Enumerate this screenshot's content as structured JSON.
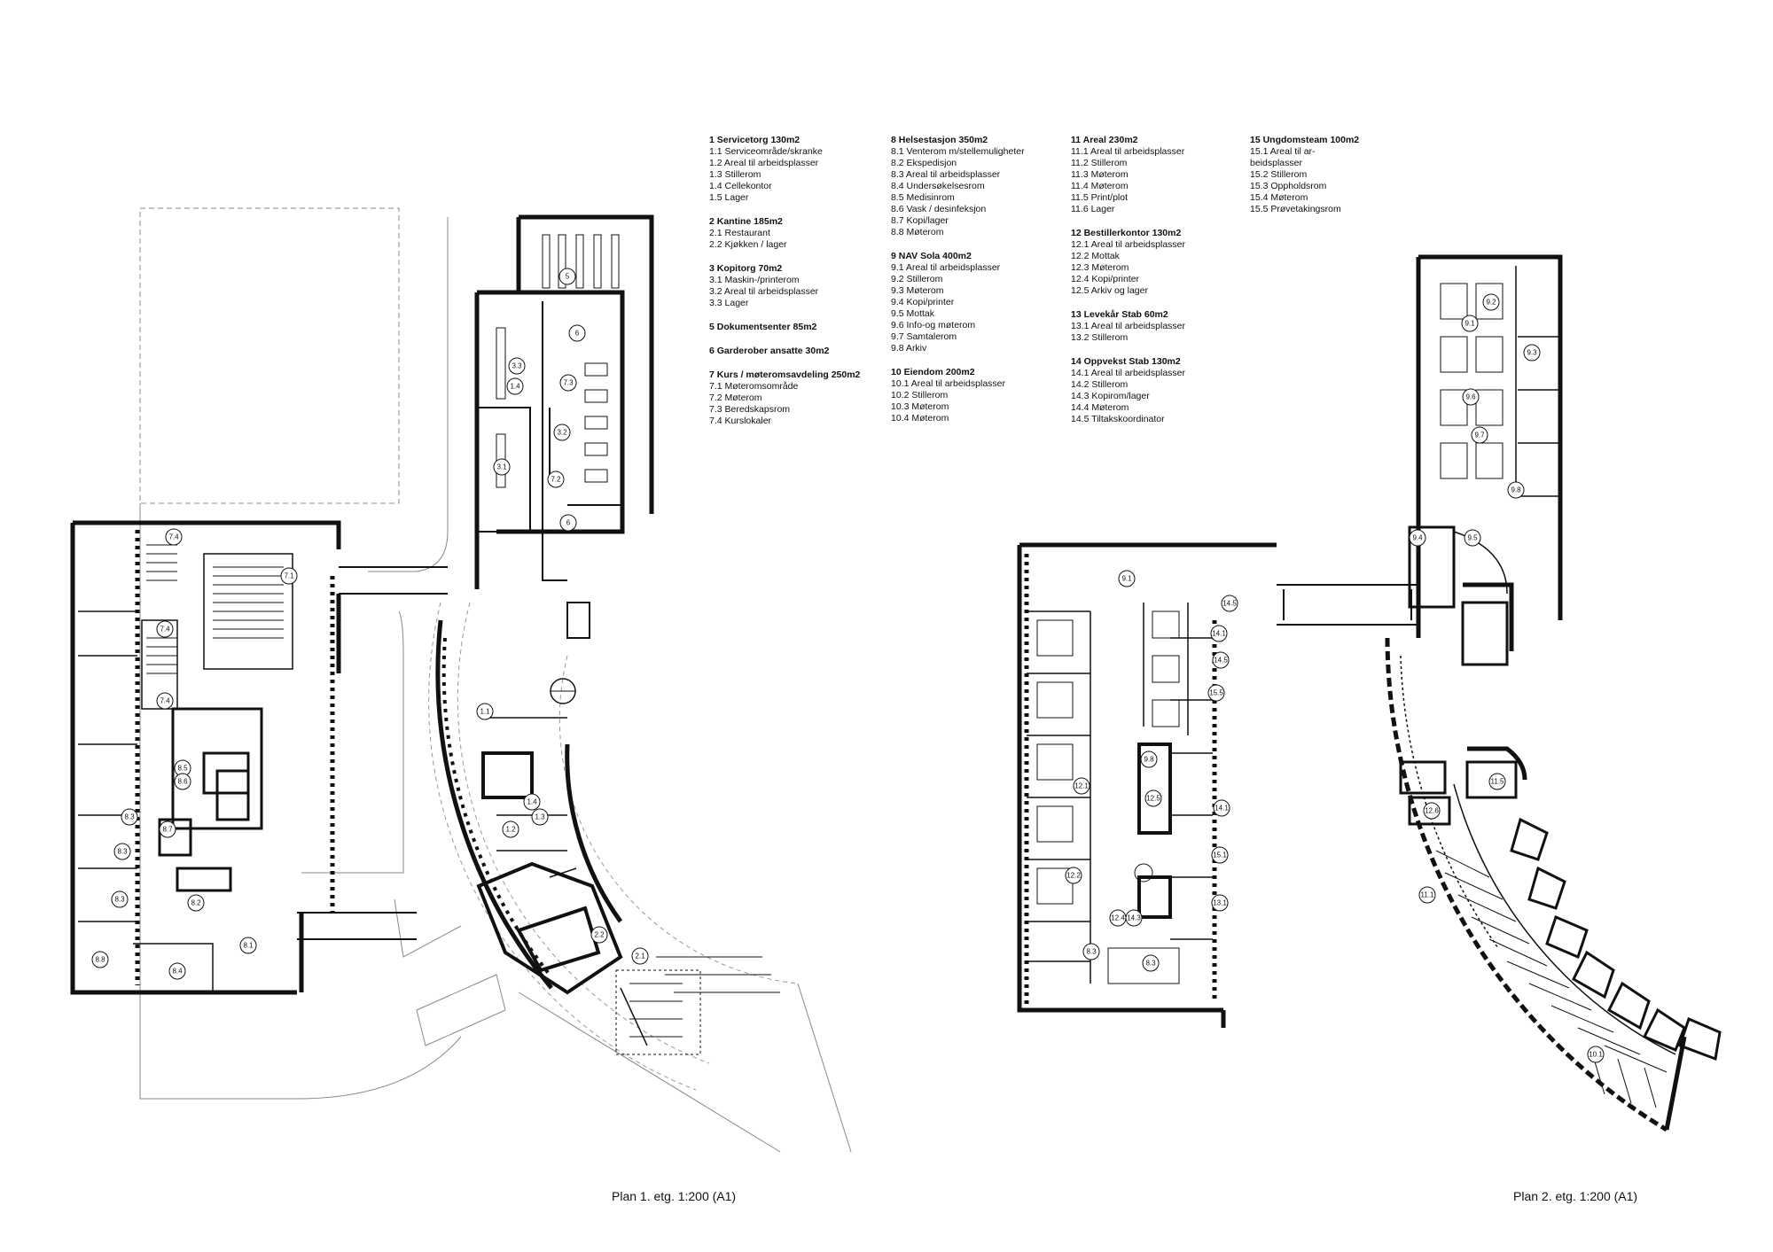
{
  "legend": {
    "columns": [
      [
        {
          "title": "1 Servicetorg 130m2",
          "items": [
            "1.1 Serviceområde/skranke",
            "1.2 Areal til arbeidsplasser",
            "1.3 Stillerom",
            "1.4 Cellekontor",
            "1.5 Lager"
          ]
        },
        {
          "title": "2 Kantine 185m2",
          "items": [
            "2.1 Restaurant",
            "2.2 Kjøkken / lager"
          ]
        },
        {
          "title": "3 Kopitorg 70m2",
          "items": [
            "3.1 Maskin-/printerom",
            "3.2 Areal til arbeidsplasser",
            "3.3 Lager"
          ]
        },
        {
          "title": "5 Dokumentsenter 85m2",
          "items": []
        },
        {
          "title": "6 Garderober ansatte 30m2",
          "items": []
        },
        {
          "title": "7 Kurs / møteromsavdeling 250m2",
          "items": [
            "7.1 Møteromsområde",
            "7.2 Møterom",
            "7.3 Beredskapsrom",
            "7.4 Kurslokaler"
          ]
        }
      ],
      [
        {
          "title": "8 Helsestasjon 350m2",
          "items": [
            "8.1 Venterom m/stellemuligheter",
            "8.2 Ekspedisjon",
            "8.3 Areal til arbeidsplasser",
            "8.4 Undersøkelsesrom",
            "8.5 Medisinrom",
            "8.6 Vask / desinfeksjon",
            "8.7 Kopi/lager",
            "8.8 Møterom"
          ]
        },
        {
          "title": "9 NAV Sola 400m2",
          "items": [
            "9.1 Areal til arbeidsplasser",
            "9.2 Stillerom",
            "9.3 Møterom",
            "9.4 Kopi/printer",
            "9.5 Mottak",
            "9.6 Info-og møterom",
            "9.7 Samtalerom",
            "9.8 Arkiv"
          ]
        },
        {
          "title": "10 Eiendom 200m2",
          "items": [
            "10.1 Areal til arbeidsplasser",
            "10.2 Stillerom",
            "10.3 Møterom",
            "10.4 Møterom"
          ]
        }
      ],
      [
        {
          "title": "11 Areal 230m2",
          "items": [
            "11.1 Areal til arbeidsplasser",
            "11.2 Stillerom",
            "11.3 Møterom",
            "11.4 Møterom",
            "11.5 Print/plot",
            "11.6 Lager"
          ]
        },
        {
          "title": "12 Bestillerkontor 130m2",
          "items": [
            "12.1 Areal til arbeidsplasser",
            "12.2 Mottak",
            "12.3 Møterom",
            "12.4 Kopi/printer",
            "12.5 Arkiv og lager"
          ]
        },
        {
          "title": "13 Levekår Stab 60m2",
          "items": [
            "13.1 Areal til arbeidsplasser",
            "13.2 Stillerom"
          ]
        },
        {
          "title": "14 Oppvekst Stab 130m2",
          "items": [
            "14.1 Areal til arbeidsplasser",
            "14.2 Stillerom",
            "14.3 Kopirom/lager",
            "14.4 Møterom",
            "14.5 Tiltakskoordinator"
          ]
        }
      ],
      [
        {
          "title": "15 Ungdomsteam 100m2",
          "items": [
            "15.1 Areal til ar-",
            "beidsplasser",
            "15.2 Stillerom",
            "15.3 Oppholdsrom",
            "15.4 Møterom",
            "15.5 Prøvetakingsrom"
          ]
        }
      ]
    ]
  },
  "plan1": {
    "caption": "Plan 1. etg. 1:200 (A1)",
    "labels": [
      "5",
      "6",
      "3.3",
      "1.4",
      "7.3",
      "3.2",
      "3.1",
      "7.2",
      "6",
      "7.4",
      "7.1",
      "7.4",
      "7.4",
      "8.5",
      "8.6",
      "8.3",
      "8.7",
      "8.3",
      "8.3",
      "8.2",
      "8.1",
      "8.8",
      "8.4",
      "1.1",
      "1.4",
      "1.3",
      "1.2",
      "2.2",
      "2.1"
    ]
  },
  "plan2": {
    "caption": "Plan 2. etg. 1:200 (A1)",
    "labels": [
      "9.2",
      "9.1",
      "9.3",
      "9.6",
      "9.7",
      "9.8",
      "9.4",
      "9.5",
      "9.1",
      "14.5",
      "14.1",
      "14.5",
      "15.5",
      "9.8",
      "12.1",
      "12.5",
      "14.1",
      "15.1",
      "12.2",
      "12.4",
      "14.3",
      "13.1",
      "8.3",
      "8.3",
      "11.5",
      "12.6",
      "11.1",
      "10.1"
    ]
  },
  "colors": {
    "ink": "#111111",
    "paper": "#ffffff",
    "site": "#777777"
  }
}
